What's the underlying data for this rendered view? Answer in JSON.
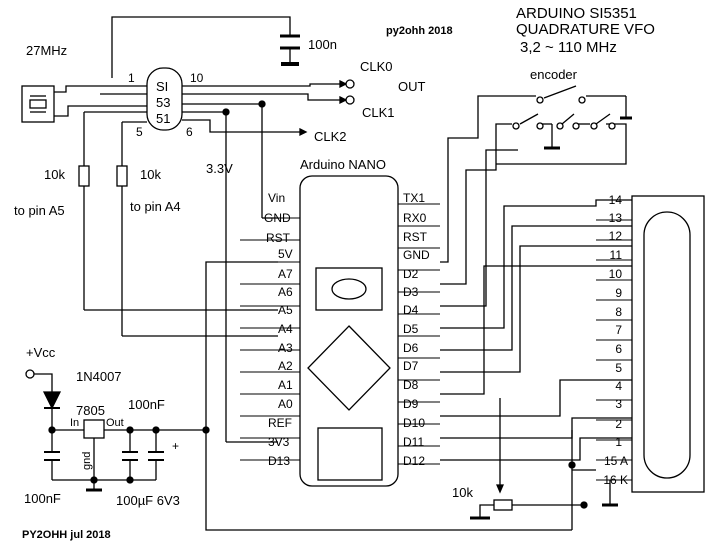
{
  "title": {
    "line1": "ARDUINO SI5351",
    "line2": "QUADRATURE VFO",
    "line3": "3,2 ~ 110 MHz"
  },
  "author_top": "py2ohh 2018",
  "author_bottom": "PY2OHH jul 2018",
  "labels": {
    "crystal": "27MHz",
    "cap_100n": "100n",
    "clk0": "CLK0",
    "out": "OUT",
    "clk1": "CLK1",
    "clk2": "CLK2",
    "encoder": "encoder",
    "v33": "3.3V",
    "arduino": "Arduino  NANO",
    "r1": "10k",
    "r2": "10k",
    "to_a5": "to pin A5",
    "to_a4": "to pin A4",
    "vcc": "+Vcc",
    "diode": "1N4007",
    "reg": "7805",
    "reg_in": "In",
    "reg_out": "Out",
    "reg_gnd": "gnd",
    "cap_100nF_a": "100nF",
    "cap_100nF_b": "100nF",
    "cap_100uF": "100µF 6V3",
    "pot": "10k",
    "plus": "+"
  },
  "si_chip": {
    "line1": "SI",
    "line2": "53",
    "line3": "51",
    "pin1": "1",
    "pin10": "10",
    "pin5": "5",
    "pin6": "6"
  },
  "nano_left_pins": [
    "Vin",
    "GND",
    "RST",
    "5V",
    "A7",
    "A6",
    "A5",
    "A4",
    "A3",
    "A2",
    "A1",
    "A0",
    "REF",
    "3V3",
    "D13"
  ],
  "nano_right_pins": [
    "TX1",
    "RX0",
    "RST",
    "GND",
    "D2",
    "D3",
    "D4",
    "D5",
    "D6",
    "D7",
    "D8",
    "D9",
    "D10",
    "D11",
    "D12"
  ],
  "lcd_pins": [
    "14",
    "13",
    "12",
    "11",
    "10",
    "9",
    "8",
    "7",
    "6",
    "5",
    "4",
    "3",
    "2",
    "1",
    "15 A",
    "16 K"
  ]
}
